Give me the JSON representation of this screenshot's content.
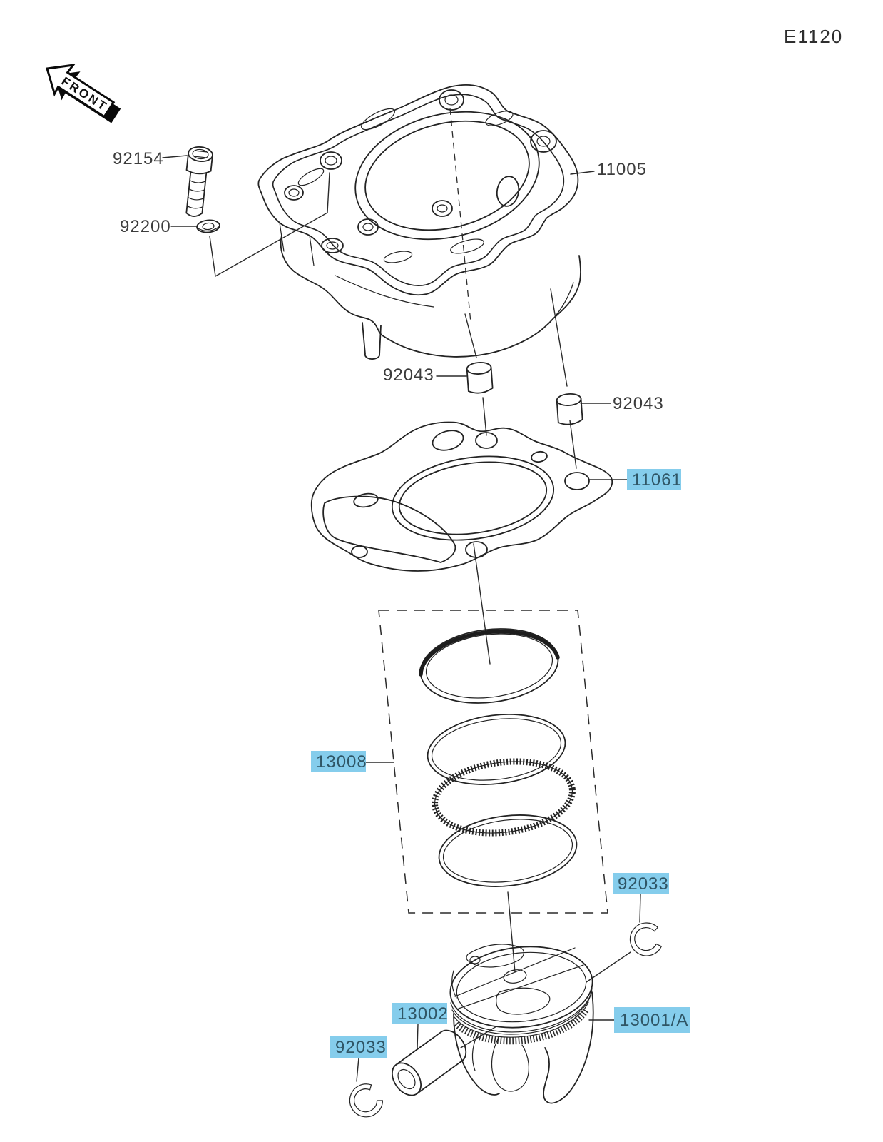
{
  "page": {
    "code": "E1120"
  },
  "front_marker": {
    "label": "FRONT"
  },
  "colors": {
    "highlight_bg": "#85CDEC",
    "highlight_text": "#2F5666",
    "label_text": "#3C3C3C",
    "line": "#232323"
  },
  "labels": {
    "bolt": "92154",
    "washer": "92200",
    "cylinder": "11005",
    "dowel_left": "92043",
    "dowel_right": "92043",
    "gasket": "11061",
    "ring_set": "13008",
    "circlip_top": "92033",
    "circlip_bottom": "92033",
    "piston_pin": "13002",
    "piston": "13001/A"
  }
}
